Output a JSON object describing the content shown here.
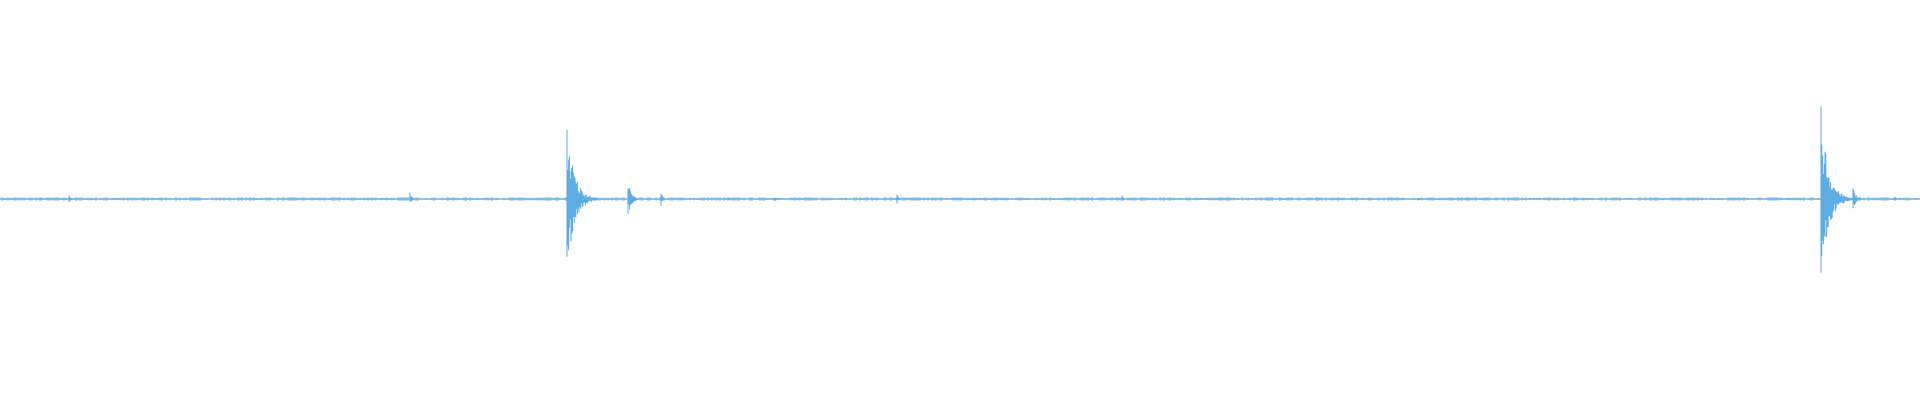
{
  "waveform": {
    "color": "#5dade2",
    "background": "#ffffff",
    "peak_amplitude": 1.0,
    "transients": [
      {
        "position": 0.0357,
        "amplitude": 0.04
      },
      {
        "position": 0.2136,
        "amplitude": 0.07
      },
      {
        "position": 0.2955,
        "amplitude": 0.8
      },
      {
        "position": 0.3269,
        "amplitude": 0.19
      },
      {
        "position": 0.3442,
        "amplitude": 0.1
      },
      {
        "position": 0.3794,
        "amplitude": 0.02
      },
      {
        "position": 0.4034,
        "amplitude": 0.03
      },
      {
        "position": 0.4671,
        "amplitude": 0.05
      },
      {
        "position": 0.5843,
        "amplitude": 0.04
      },
      {
        "position": 0.7388,
        "amplitude": 0.02
      },
      {
        "position": 0.8866,
        "amplitude": 0.02
      },
      {
        "position": 0.9483,
        "amplitude": 0.98
      },
      {
        "position": 0.9649,
        "amplitude": 0.12
      },
      {
        "position": 0.9872,
        "amplitude": 0.03
      }
    ]
  }
}
